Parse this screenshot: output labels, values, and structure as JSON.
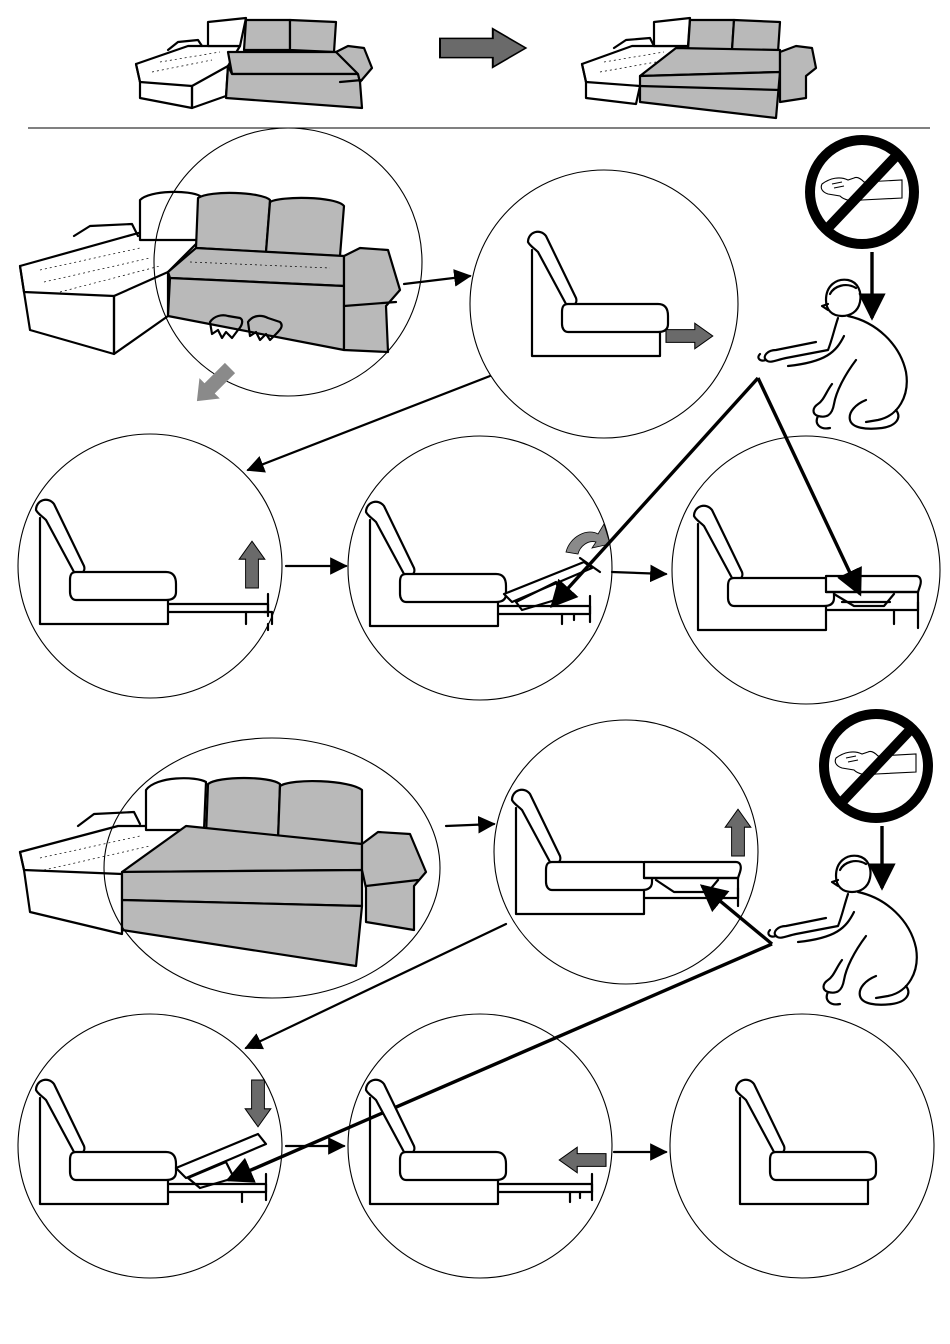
{
  "colors": {
    "line": "#000000",
    "background": "#ffffff",
    "sofa_gray": "#b9b9b9",
    "arrow_gray": "#6a6a6a",
    "arrow_gray_light": "#8a8a8a"
  },
  "header": {
    "overview_before": "sofa-corner-closed",
    "overview_after": "sofa-corner-bed-open",
    "transition_icon": "right-arrow-icon"
  },
  "section_open": {
    "warning_icon": "no-hand-prohibition-icon",
    "person_icon": "crouching-person-icon",
    "steps": [
      {
        "step": 1,
        "icon": "sofa-hands-pull-icon",
        "motion": "pull-out"
      },
      {
        "step": 2,
        "icon": "side-view-slide-out-icon",
        "motion": "right"
      },
      {
        "step": 3,
        "icon": "side-view-frame-extended-icon",
        "motion": "up"
      },
      {
        "step": 4,
        "icon": "side-view-frame-lift-icon",
        "motion": "rotate"
      },
      {
        "step": 5,
        "icon": "side-view-bed-open-icon",
        "motion": "done"
      }
    ]
  },
  "section_close": {
    "warning_icon": "no-hand-prohibition-icon",
    "person_icon": "crouching-person-icon",
    "steps": [
      {
        "step": 1,
        "icon": "sofa-bed-open-icon",
        "motion": "start"
      },
      {
        "step": 2,
        "icon": "side-view-bed-lift-icon",
        "motion": "up"
      },
      {
        "step": 3,
        "icon": "side-view-frame-fold-icon",
        "motion": "down"
      },
      {
        "step": 4,
        "icon": "side-view-slide-in-icon",
        "motion": "left"
      },
      {
        "step": 5,
        "icon": "side-view-closed-icon",
        "motion": "done"
      }
    ]
  }
}
